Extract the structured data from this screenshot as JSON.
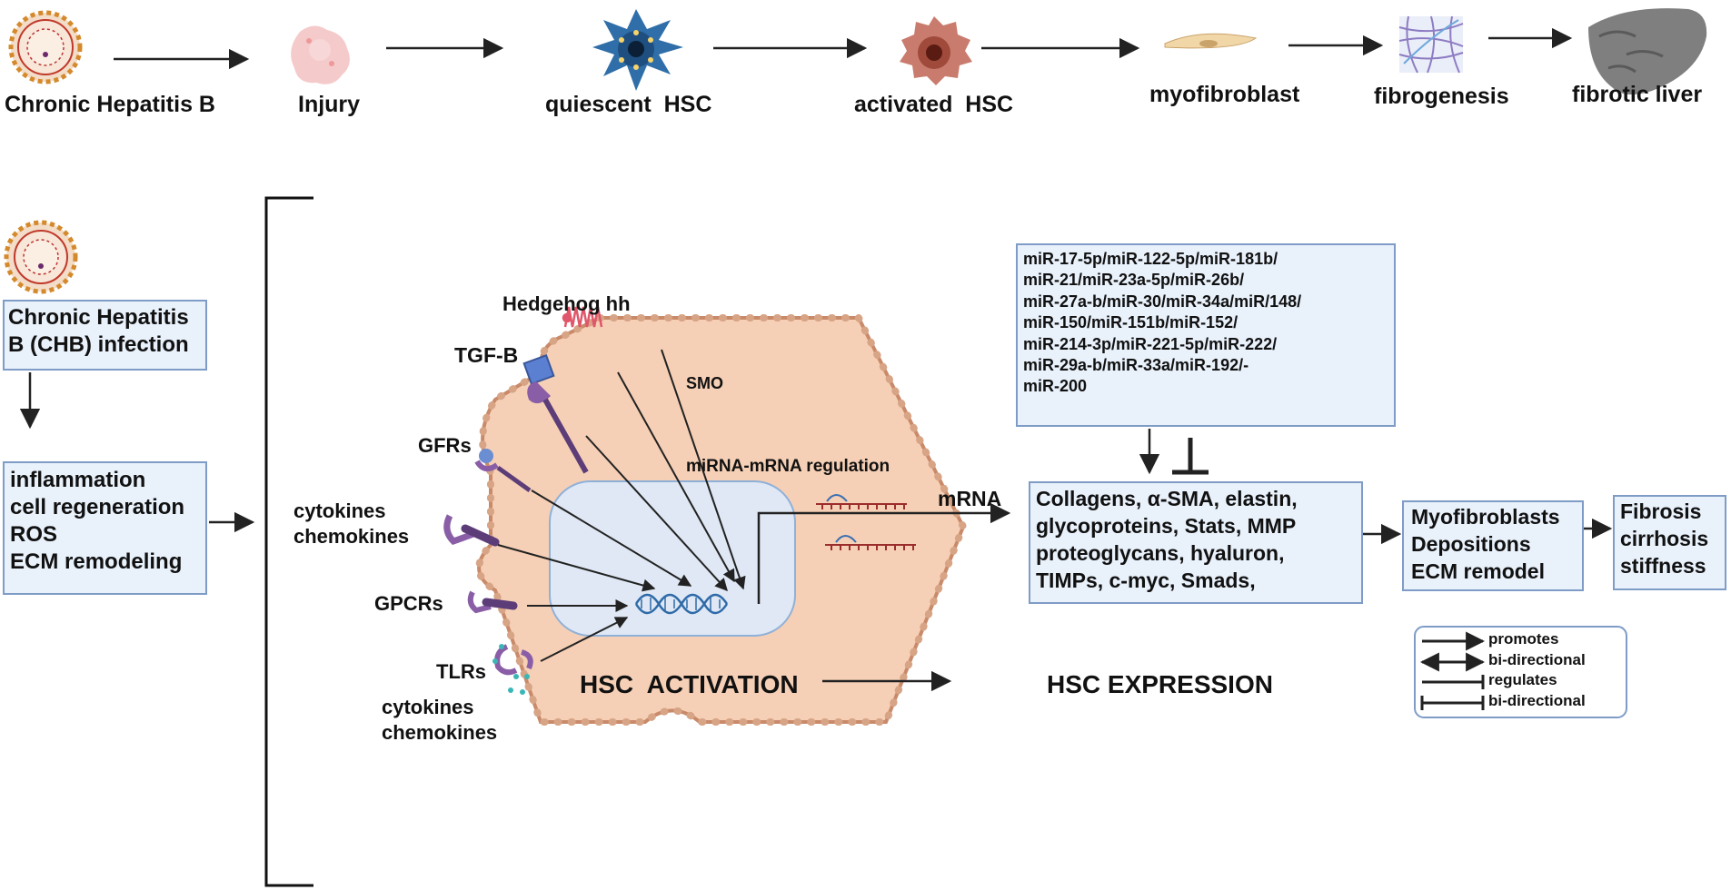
{
  "colors": {
    "cell_fill": "#f6d0b6",
    "cell_border": "#c98a6a",
    "nucleus_fill": "#dfe8f4",
    "box_fill": "#e9f1fb",
    "box_border": "#7f9cc7",
    "receptor": "#8a5ea6",
    "arrow": "#222222"
  },
  "pipeline": [
    {
      "label": "Chronic Hepatitis B",
      "icon": "virus-icon"
    },
    {
      "label": "Injury",
      "icon": "injured-cell-icon"
    },
    {
      "label": "quiescent  HSC",
      "icon": "quiescent-hsc-icon"
    },
    {
      "label": "activated  HSC",
      "icon": "activated-hsc-icon"
    },
    {
      "label": "myofibroblast",
      "icon": "myofibroblast-icon"
    },
    {
      "label": "fibrogenesis",
      "icon": "collagen-fibers-icon"
    },
    {
      "label": "fibrotic liver",
      "icon": "liver-icon"
    }
  ],
  "left_panel": {
    "infection_lines": [
      "Chronic Hepatitis",
      "B (CHB) infection"
    ],
    "effects_lines": [
      "inflammation",
      "cell regeneration",
      "ROS",
      "ECM remodeling"
    ]
  },
  "cell": {
    "hedgehog": "Hedgehog hh",
    "tgfb": "TGF-B",
    "smo": "SMO",
    "gfrs": "GFRs",
    "cytokines_1": [
      "cytokines",
      "chemokines"
    ],
    "gpcrs": "GPCRs",
    "tlrs": "TLRs",
    "cytokines_2": [
      "cytokines",
      "chemokines"
    ],
    "mirna_mrna": "miRNA-mRNA regulation",
    "mrna": "mRNA",
    "activation": "HSC  ACTIVATION"
  },
  "expression_label": "HSC EXPRESSION",
  "mirna_box": [
    "miR-17-5p/miR-122-5p/miR-181b/",
    "miR-21/miR-23a-5p/miR-26b/",
    "miR-27a-b/miR-30/miR-34a/miR/148/",
    "miR-150/miR-151b/miR-152/",
    "miR-214-3p/miR-221-5p/miR-222/",
    "miR-29a-b/miR-33a/miR-192/-",
    "miR-200"
  ],
  "genes_box": [
    "Collagens, α-SMA, elastin,",
    "glycoproteins, Stats, MMP",
    "proteoglycans, hyaluron,",
    "TIMPs, c-myc, Smads,"
  ],
  "myo_box": [
    "Myofibroblasts",
    "Depositions",
    "ECM remodel"
  ],
  "fibrosis_box": [
    "Fibrosis",
    "cirrhosis",
    "stiffness"
  ],
  "legend": [
    {
      "label": "promotes",
      "symbol": "arrow"
    },
    {
      "label": "bi-directional",
      "symbol": "double-arrow"
    },
    {
      "label": "regulates",
      "symbol": "inhibit"
    },
    {
      "label": "bi-directional",
      "symbol": "double-inhibit"
    }
  ]
}
